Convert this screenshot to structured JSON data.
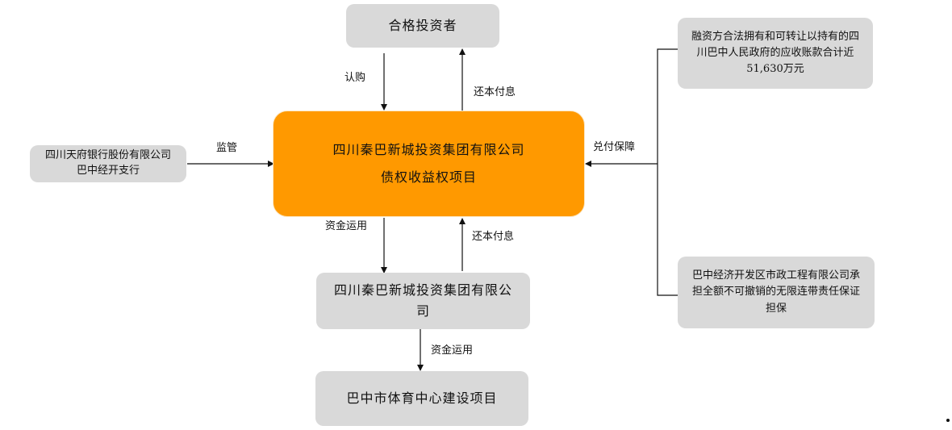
{
  "nodes": {
    "investor": "合格投资者",
    "center_line1": "四川秦巴新城投资集团有限公司",
    "center_line2": "债权收益权项目",
    "bank": "四川天府银行股份有限公司巴中经开支行",
    "receivables": "融资方合法拥有和可转让以持有的四川巴中人民政府的应收账款合计近51,630万元",
    "guarantee": "巴中经济开发区市政工程有限公司承担全额不可撤销的无限连带责任保证担保",
    "issuer": "四川秦巴新城投资集团有限公司",
    "project": "巴中市体育中心建设项目"
  },
  "edges": {
    "subscribe": "认购",
    "repay_top": "还本付息",
    "supervise": "监管",
    "payment_guarantee": "兑付保障",
    "funds_use_1": "资金运用",
    "repay_bottom": "还本付息",
    "funds_use_2": "资金运用"
  },
  "colors": {
    "center_fill": "#ff9900",
    "box_fill": "#d9d9d9",
    "line": "#111111"
  }
}
